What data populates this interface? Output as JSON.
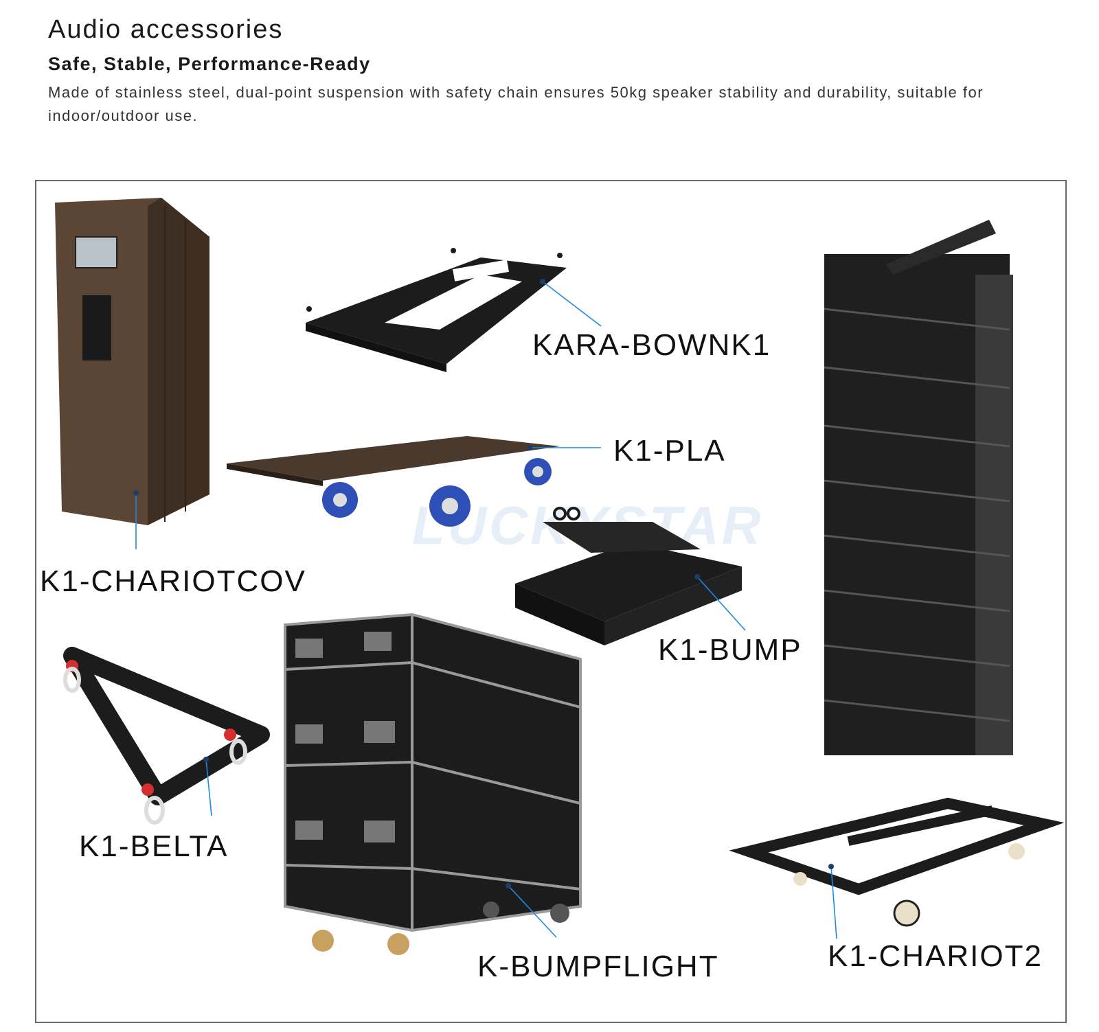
{
  "header": {
    "title": "Audio accessories",
    "subtitle": "Safe, Stable, Performance-Ready",
    "description": "Made of stainless steel, dual-point suspension with safety chain ensures 50kg speaker stability and durability, suitable for indoor/outdoor use."
  },
  "watermark": "LUCKYSTAR",
  "products": [
    {
      "label": "KARA-BOWNK1"
    },
    {
      "label": "K1-PLA"
    },
    {
      "label": "K1-CHARIOTCOV"
    },
    {
      "label": "K1-BUMP"
    },
    {
      "label": "K1-BELTA"
    },
    {
      "label": "K-BUMPFLIGHT"
    },
    {
      "label": "K1-CHARIOT2"
    }
  ],
  "colors": {
    "leader_line": "#1e88e5",
    "cover_brown": "#5b4636",
    "hardware_black": "#1c1c1c",
    "caster_blue": "#2e4fb5",
    "shackle_red": "#d32f2f"
  }
}
